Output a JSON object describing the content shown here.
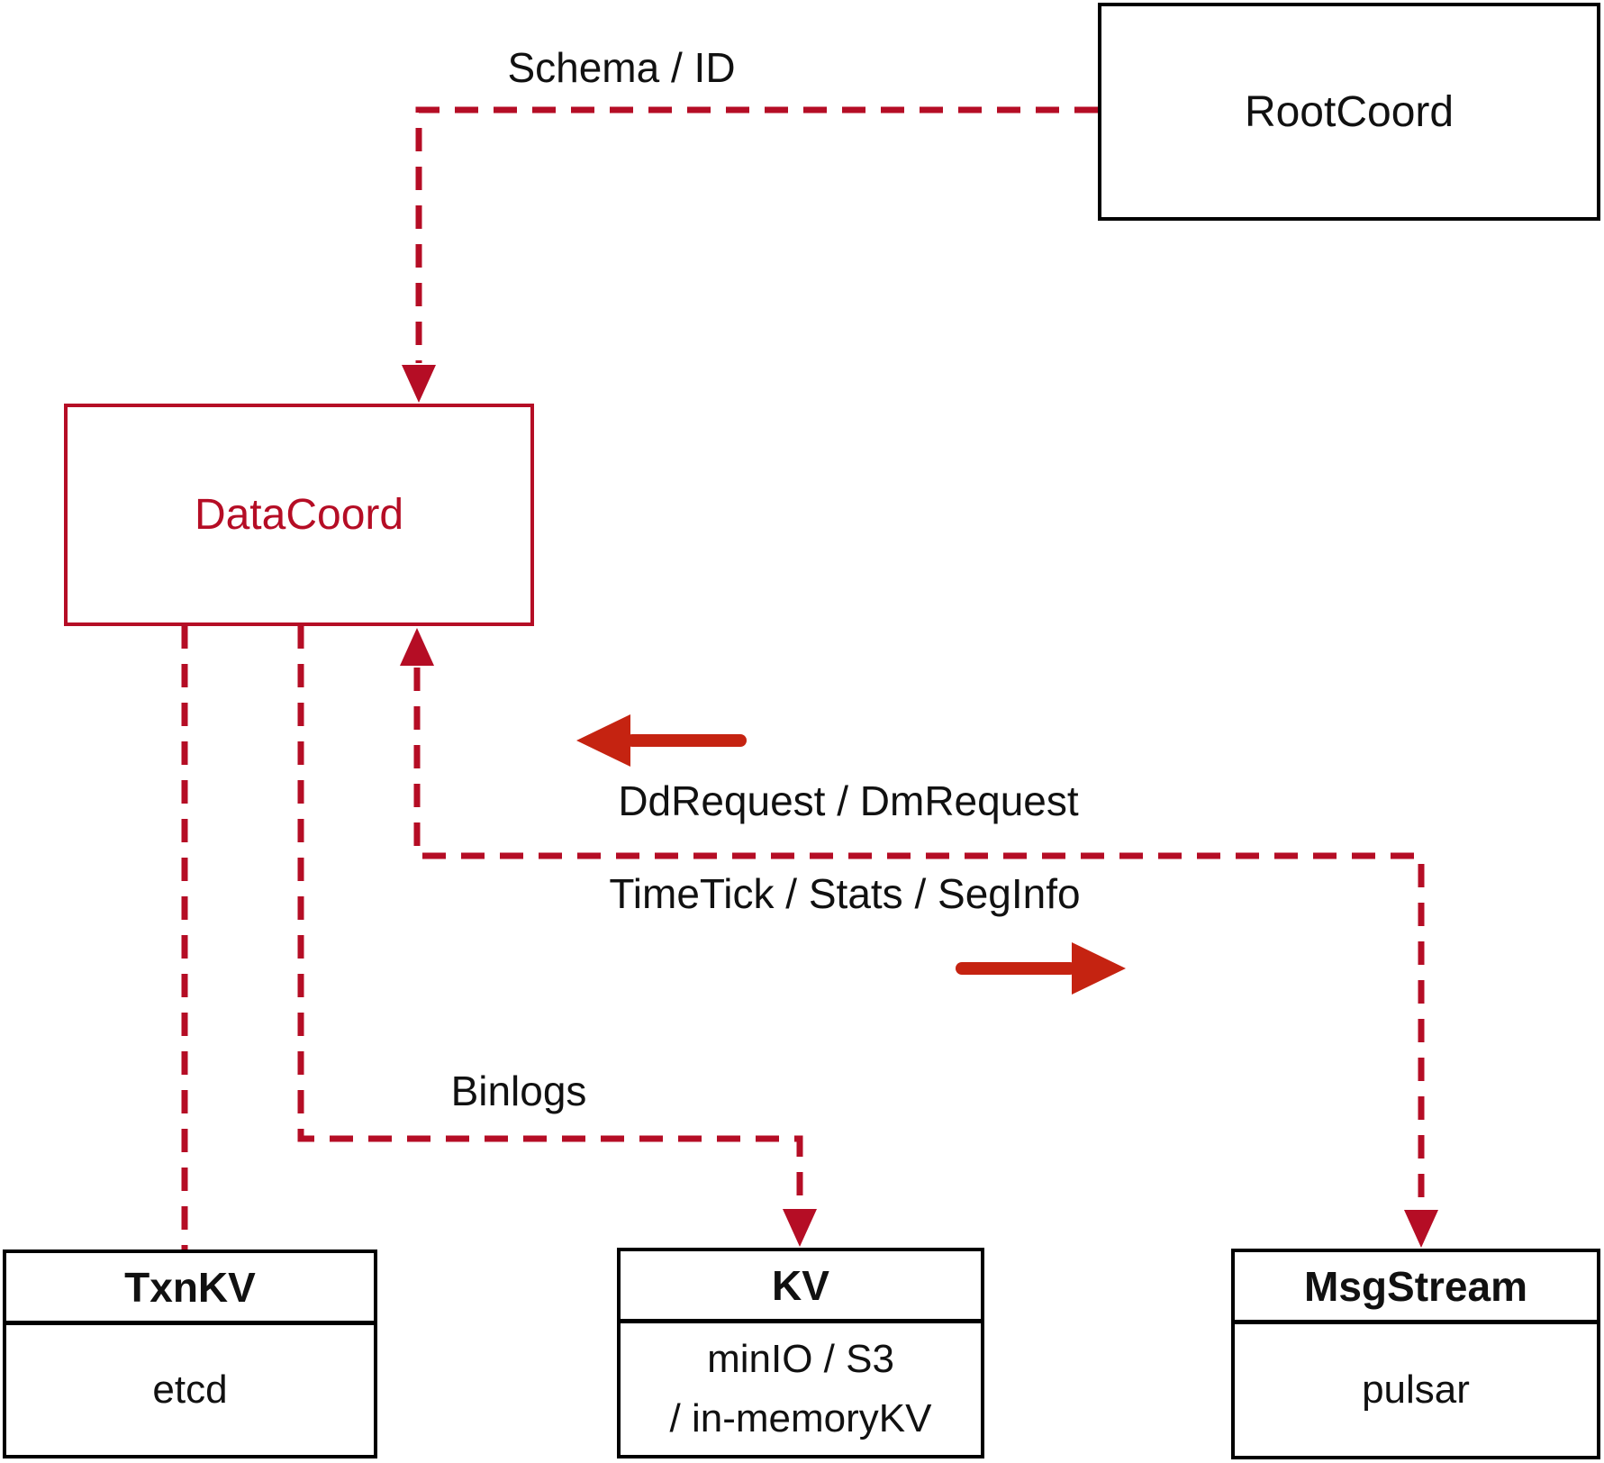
{
  "diagram": {
    "nodes": {
      "root_coord": {
        "label": "RootCoord"
      },
      "data_coord": {
        "label": "DataCoord"
      },
      "txn_kv": {
        "title": "TxnKV",
        "body": "etcd"
      },
      "kv": {
        "title": "KV",
        "body_line1": "minIO / S3",
        "body_line2": "/ in-memoryKV"
      },
      "msg_stream": {
        "title": "MsgStream",
        "body": "pulsar"
      }
    },
    "edge_labels": {
      "schema_id": "Schema / ID",
      "dd_request": "DdRequest / DmRequest",
      "time_tick": "TimeTick / Stats / SegInfo",
      "binlogs": "Binlogs"
    },
    "colors": {
      "line": "#b50d25",
      "arrow": "#c52311",
      "box_border": "#000000",
      "text": "#111111"
    }
  }
}
